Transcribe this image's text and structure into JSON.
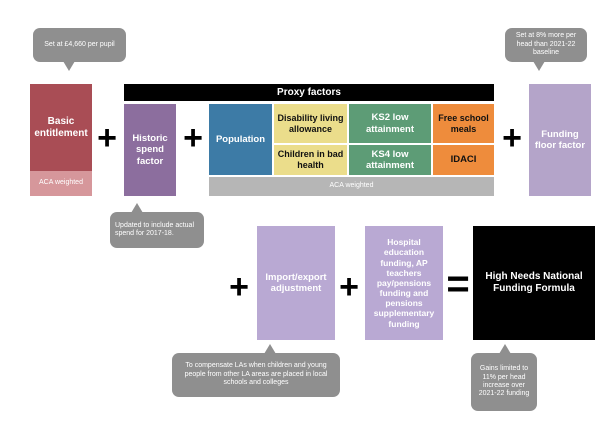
{
  "callouts": {
    "basic_rate": "Set at £4,660 per pupil",
    "floor_rate": "Set at 8% more per head than 2021-22 baseline",
    "historic_update": "Updated to include actual spend for 2017-18.",
    "import_export_note": "To compensate LAs when children and young people from other LA areas are placed in local schools and colleges",
    "gains_limit": "Gains limited to 11% per head increase over 2021-22 funding"
  },
  "boxes": {
    "basic_entitlement": "Basic entitlement",
    "basic_aca": "ACA weighted",
    "historic_spend": "Historic spend factor",
    "proxy_header": "Proxy factors",
    "population": "Population",
    "disability": "Disability living allowance",
    "ks2": "KS2 low attainment",
    "free_school_meals": "Free school meals",
    "children_bad_health": "Children in bad health",
    "ks4": "KS4 low attainment",
    "idaci": "IDACI",
    "proxy_aca": "ACA weighted",
    "funding_floor": "Funding floor factor",
    "import_export": "Import/export adjustment",
    "hospital": "Hospital education funding, AP teachers pay/pensions funding and pensions supplementary funding",
    "hnnff": "High Needs National Funding Formula"
  },
  "operators": {
    "plus": "+",
    "equals": "="
  },
  "colors": {
    "basic_entitlement": "#a94d55",
    "basic_aca": "#d6979b",
    "historic_spend": "#8c6e9e",
    "proxy_header": "#000000",
    "population": "#3d7ba6",
    "yellow_factors": "#ebdd8b",
    "green_factors": "#5d9c76",
    "orange_factors": "#ee8c3c",
    "proxy_aca": "#b6b6b6",
    "funding_floor": "#b4a4c9",
    "import_export": "#b9a9d3",
    "hospital": "#b9a9d3",
    "hnnff": "#000000",
    "callout": "#8f8f8f"
  }
}
